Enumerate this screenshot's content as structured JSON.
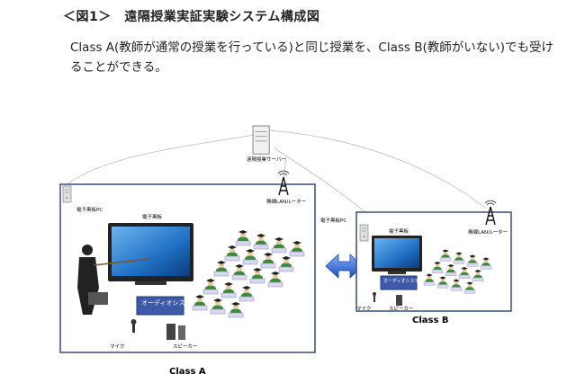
{
  "title": "＜図1＞　遠隔授業実証実験システム構成図",
  "description": "Class A(教師が通常の授業を行っている)と同じ授業を、Class B(教師がいない)でも受けることができる。",
  "diagram": {
    "server_label": "遠隔授業サーバー",
    "classA": {
      "label": "Class A",
      "pc_label": "電子黒板PC",
      "board_label": "電子黒板",
      "router_label": "無線LANルーター",
      "audio_label": "オーディオシステム",
      "mic_label": "マイク",
      "speaker_label": "スピーカー"
    },
    "classB": {
      "label": "Class B",
      "pc_label": "電子黒板PC",
      "board_label": "電子黒板",
      "router_label": "無線LANルーター",
      "audio_label": "オーディオシステム",
      "mic_label": "マイク",
      "speaker_label": "スピーカー"
    },
    "colors": {
      "frame": "#3a4a7a",
      "screen": "#1f6fc4",
      "arrow": "#2d6fd6",
      "audio_box": "#3c5aa8",
      "student_green": "#3d8a3a",
      "desk": "#d8d8f0"
    }
  }
}
